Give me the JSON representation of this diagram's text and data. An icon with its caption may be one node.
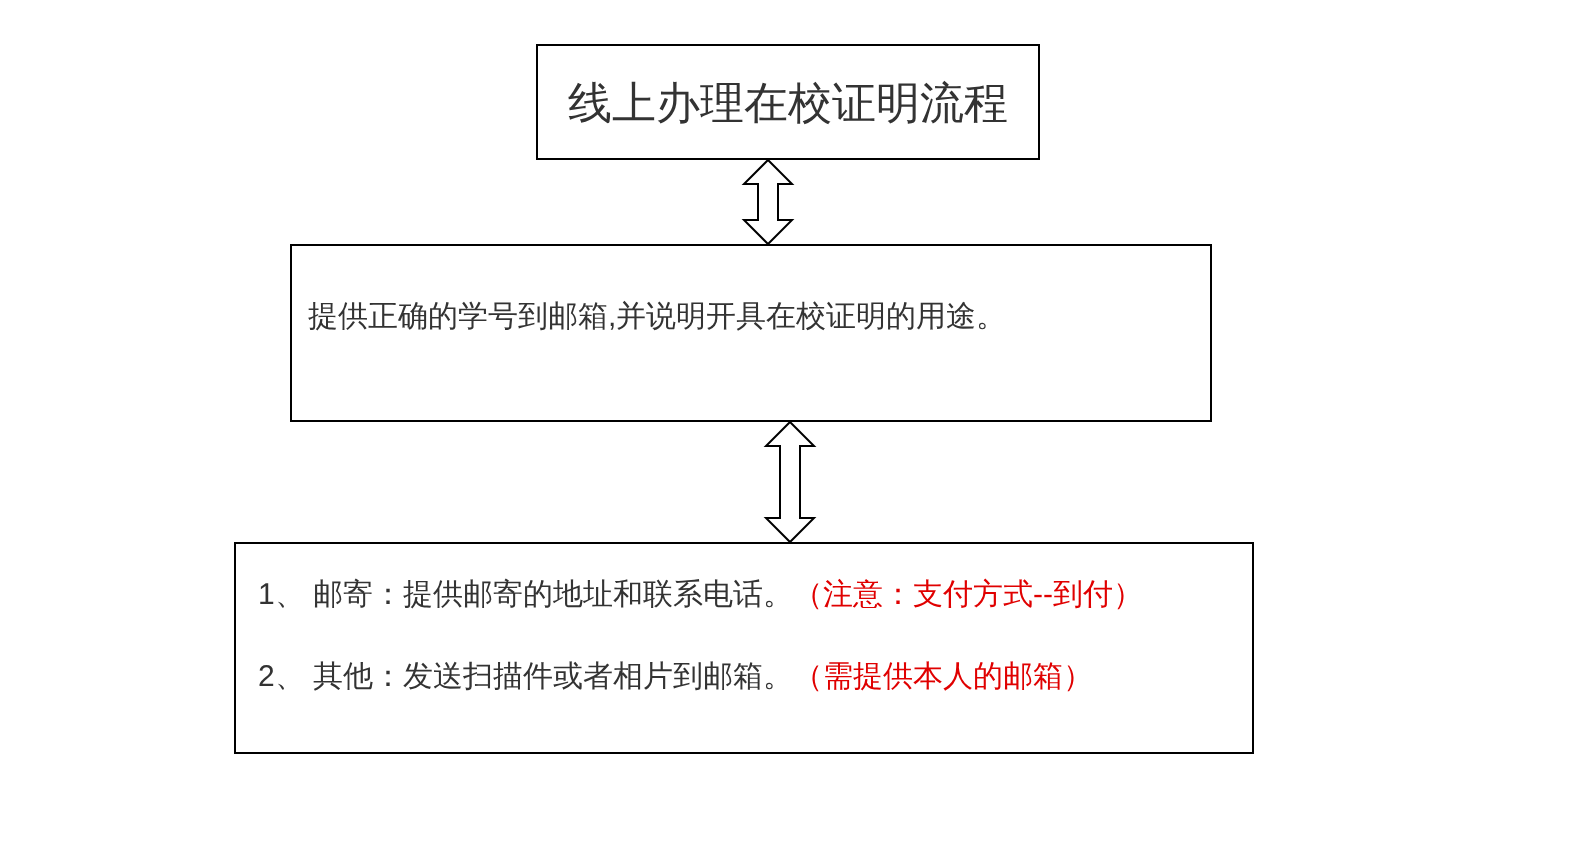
{
  "diagram": {
    "nodes": [
      {
        "text": [
          "线上办理在校证明流程"
        ]
      },
      {
        "text": [
          "提供正确的学号到邮箱,并说明开具在校证明的用途。"
        ]
      },
      {
        "text": [
          "1、 邮寄：提供邮寄的地址和联系电话。",
          "（注意：支付方式--到付）",
          "2、 其他：发送扫描件或者相片到邮箱。",
          "（需提供本人的邮箱）"
        ]
      }
    ],
    "edges": [
      {
        "from": 0,
        "to": 1,
        "arrow": "both"
      },
      {
        "from": 1,
        "to": 2,
        "arrow": "both"
      }
    ]
  }
}
